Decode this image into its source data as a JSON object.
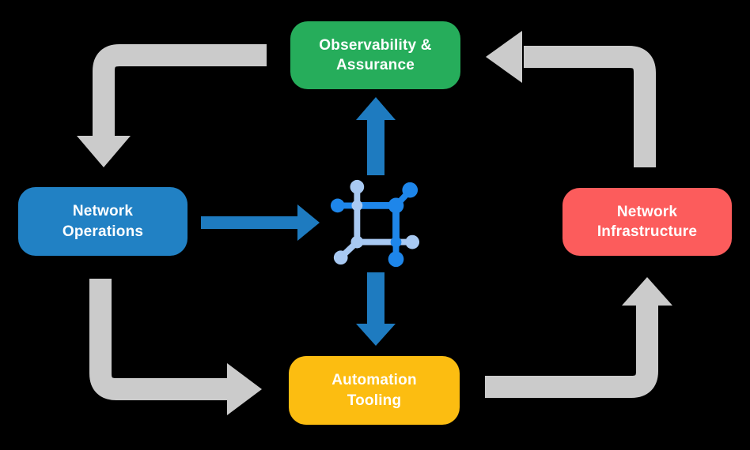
{
  "nodes": [
    {
      "id": "observability-assurance",
      "lines": [
        "Observability &",
        "Assurance"
      ],
      "color": "green"
    },
    {
      "id": "network-operations",
      "lines": [
        "Network",
        "Operations"
      ],
      "color": "blue"
    },
    {
      "id": "network-infrastructure",
      "lines": [
        "Network",
        "Infrastructure"
      ],
      "color": "red"
    },
    {
      "id": "automation-tooling",
      "lines": [
        "Automation",
        "Tooling"
      ],
      "color": "yellow"
    }
  ],
  "center_icon": "connected-network-icon",
  "flows": [
    {
      "from": "Observability & Assurance",
      "to": "Network Operations",
      "type": "cycle-gray"
    },
    {
      "from": "Network Operations",
      "to": "Automation Tooling",
      "type": "cycle-gray"
    },
    {
      "from": "Automation Tooling",
      "to": "Network Infrastructure",
      "type": "cycle-gray"
    },
    {
      "from": "Network Infrastructure",
      "to": "Observability & Assurance",
      "type": "cycle-gray"
    },
    {
      "from": "Network Operations",
      "to": "center-icon",
      "type": "integration-blue"
    },
    {
      "from": "center-icon",
      "to": "Observability & Assurance",
      "type": "integration-blue"
    },
    {
      "from": "center-icon",
      "to": "Automation Tooling",
      "type": "integration-blue"
    }
  ],
  "colors": {
    "bg": "#000000",
    "green": "#26AD5B",
    "blue": "#2181C4",
    "red": "#FC5C5C",
    "yellow": "#FCBD11",
    "gray": "#CBCBCB",
    "arrowBlue": "#1E7BC0",
    "iconDark": "#1E86EA",
    "iconLight": "#A8C9F2",
    "text": "#FFFFFF"
  }
}
